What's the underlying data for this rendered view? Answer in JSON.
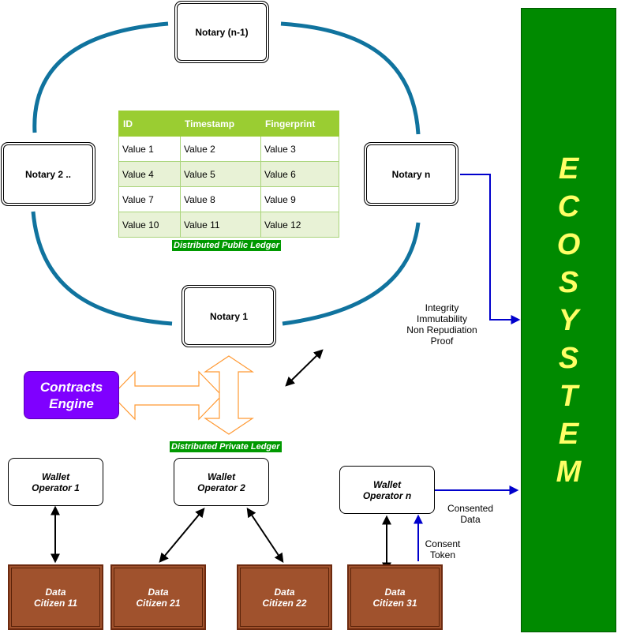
{
  "notaries": {
    "n_minus_1": "Notary (n-1)",
    "two": "Notary 2 ..",
    "n": "Notary n",
    "one": "Notary 1"
  },
  "ledger": {
    "headers": [
      "ID",
      "Timestamp",
      "Fingerprint"
    ],
    "rows": [
      [
        "Value 1",
        "Value 2",
        "Value 3"
      ],
      [
        "Value 4",
        "Value 5",
        "Value 6"
      ],
      [
        "Value 7",
        "Value 8",
        "Value 9"
      ],
      [
        "Value 10",
        "Value 11",
        "Value 12"
      ]
    ],
    "caption": "Distributed Public Ledger",
    "header_color": "#9acd32",
    "alt_row_color": "#e8f2d6"
  },
  "contracts_engine": {
    "line1": "Contracts",
    "line2": "Engine",
    "color": "#7f00ff"
  },
  "private_ledger_caption": "Distributed Private Ledger",
  "wallets": [
    {
      "line1": "Wallet",
      "line2": "Operator 1"
    },
    {
      "line1": "Wallet",
      "line2": "Operator 2"
    },
    {
      "line1": "Wallet",
      "line2": "Operator n"
    }
  ],
  "citizens": [
    {
      "line1": "Data",
      "line2": "Citizen 11"
    },
    {
      "line1": "Data",
      "line2": "Citizen 21"
    },
    {
      "line1": "Data",
      "line2": "Citizen 22"
    },
    {
      "line1": "Data",
      "line2": "Citizen 31"
    }
  ],
  "integrity_note": [
    "Integrity",
    "Immutability",
    "Non Repudiation",
    "Proof"
  ],
  "consented_data": [
    "Consented",
    "Data"
  ],
  "consent_token": [
    "Consent",
    "Token"
  ],
  "ecosystem": {
    "letters": [
      "E",
      "C",
      "O",
      "S",
      "Y",
      "S",
      "T",
      "E",
      "M"
    ],
    "color": "#008a00",
    "text_color": "#ffff66"
  },
  "colors": {
    "ring": "#10739e",
    "flow_arrow": "#0000cc",
    "fat_arrow": "#ff9933",
    "citizen": "#a0522d"
  }
}
